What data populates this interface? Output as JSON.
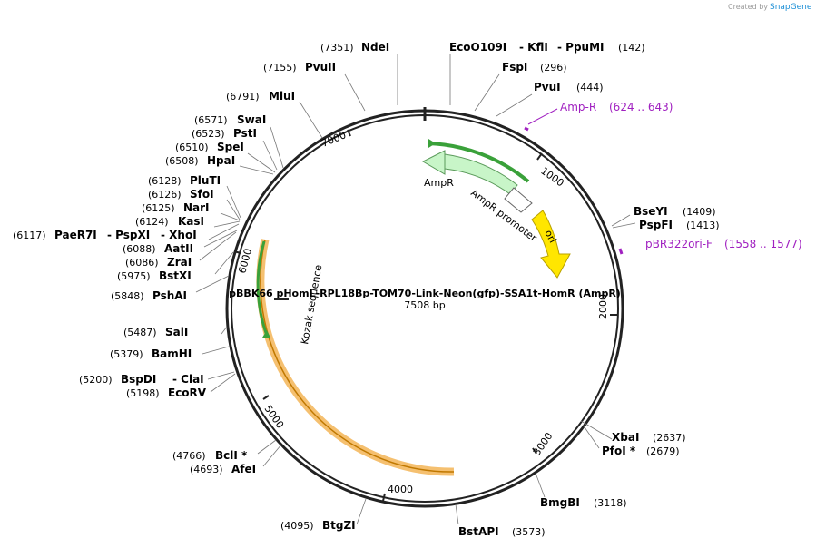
{
  "credit": {
    "prefix": "Created by",
    "brand": "SnapGene"
  },
  "plasmid": {
    "name": "pBBK66 pHomL-RPL18Bp-TOM70-Link-Neon(gfp)-SSA1t-HomR (AmpR)",
    "length_label": "7508 bp"
  },
  "ticks": [
    "1000",
    "2000",
    "3000",
    "4000",
    "5000",
    "6000",
    "7000"
  ],
  "enzymes": [
    {
      "pos": "(7351)",
      "name": "NdeI"
    },
    {
      "pos": "",
      "name": "EcoO109I"
    },
    {
      "pos": "",
      "name": "- KflI"
    },
    {
      "pos": "",
      "name": "- PpuMI"
    },
    {
      "pos": "(142)",
      "name": ""
    },
    {
      "pos": "(7155)",
      "name": "PvuII"
    },
    {
      "pos": "(296)",
      "name": "FspI"
    },
    {
      "pos": "(444)",
      "name": "PvuI"
    },
    {
      "pos": "(6791)",
      "name": "MluI"
    },
    {
      "pos": "(6571)",
      "name": "SwaI"
    },
    {
      "pos": "(6523)",
      "name": "PstI"
    },
    {
      "pos": "(6510)",
      "name": "SpeI"
    },
    {
      "pos": "(6508)",
      "name": "HpaI"
    },
    {
      "pos": "(6128)",
      "name": "PluTI"
    },
    {
      "pos": "(6126)",
      "name": "SfoI"
    },
    {
      "pos": "(6125)",
      "name": "NarI"
    },
    {
      "pos": "(6124)",
      "name": "KasI"
    },
    {
      "pos": "(6117)",
      "name": "PaeR7I"
    },
    {
      "pos": "",
      "name": "- PspXI"
    },
    {
      "pos": "",
      "name": "- XhoI"
    },
    {
      "pos": "(6088)",
      "name": "AatII"
    },
    {
      "pos": "(6086)",
      "name": "ZraI"
    },
    {
      "pos": "(5975)",
      "name": "BstXI"
    },
    {
      "pos": "(5848)",
      "name": "PshAI"
    },
    {
      "pos": "(5487)",
      "name": "SalI"
    },
    {
      "pos": "(5379)",
      "name": "BamHI"
    },
    {
      "pos": "(5200)",
      "name": "BspDI"
    },
    {
      "pos": "",
      "name": "- ClaI"
    },
    {
      "pos": "(5198)",
      "name": "EcoRV"
    },
    {
      "pos": "(4766)",
      "name": "BclI *"
    },
    {
      "pos": "(4693)",
      "name": "AfeI"
    },
    {
      "pos": "(4095)",
      "name": "BtgZI"
    },
    {
      "pos": "(3573)",
      "name": "BstAPI"
    },
    {
      "pos": "(3118)",
      "name": "BmgBI"
    },
    {
      "pos": "(2637)",
      "name": "XbaI"
    },
    {
      "pos": "(2679)",
      "name": "PfoI *"
    },
    {
      "pos": "(1409)",
      "name": "BseYI"
    },
    {
      "pos": "(1413)",
      "name": "PspFI"
    }
  ],
  "primers": [
    {
      "name": "Amp-R",
      "range": "(624 .. 643)"
    },
    {
      "name": "pBR322ori-F",
      "range": "(1558 .. 1577)"
    }
  ],
  "features": [
    {
      "name": "AmpR",
      "color": "#c8f5c8"
    },
    {
      "name": "AmpR promoter",
      "color": "#ffffff"
    },
    {
      "name": "ori",
      "color": "#ffe600"
    },
    {
      "name": "Kozak sequence",
      "color": "#ffffff"
    }
  ],
  "colors": {
    "backbone": "#222222",
    "green_orf": "#3aa13a",
    "orange_orf": "#f0a030",
    "primer": "#a020c0"
  }
}
